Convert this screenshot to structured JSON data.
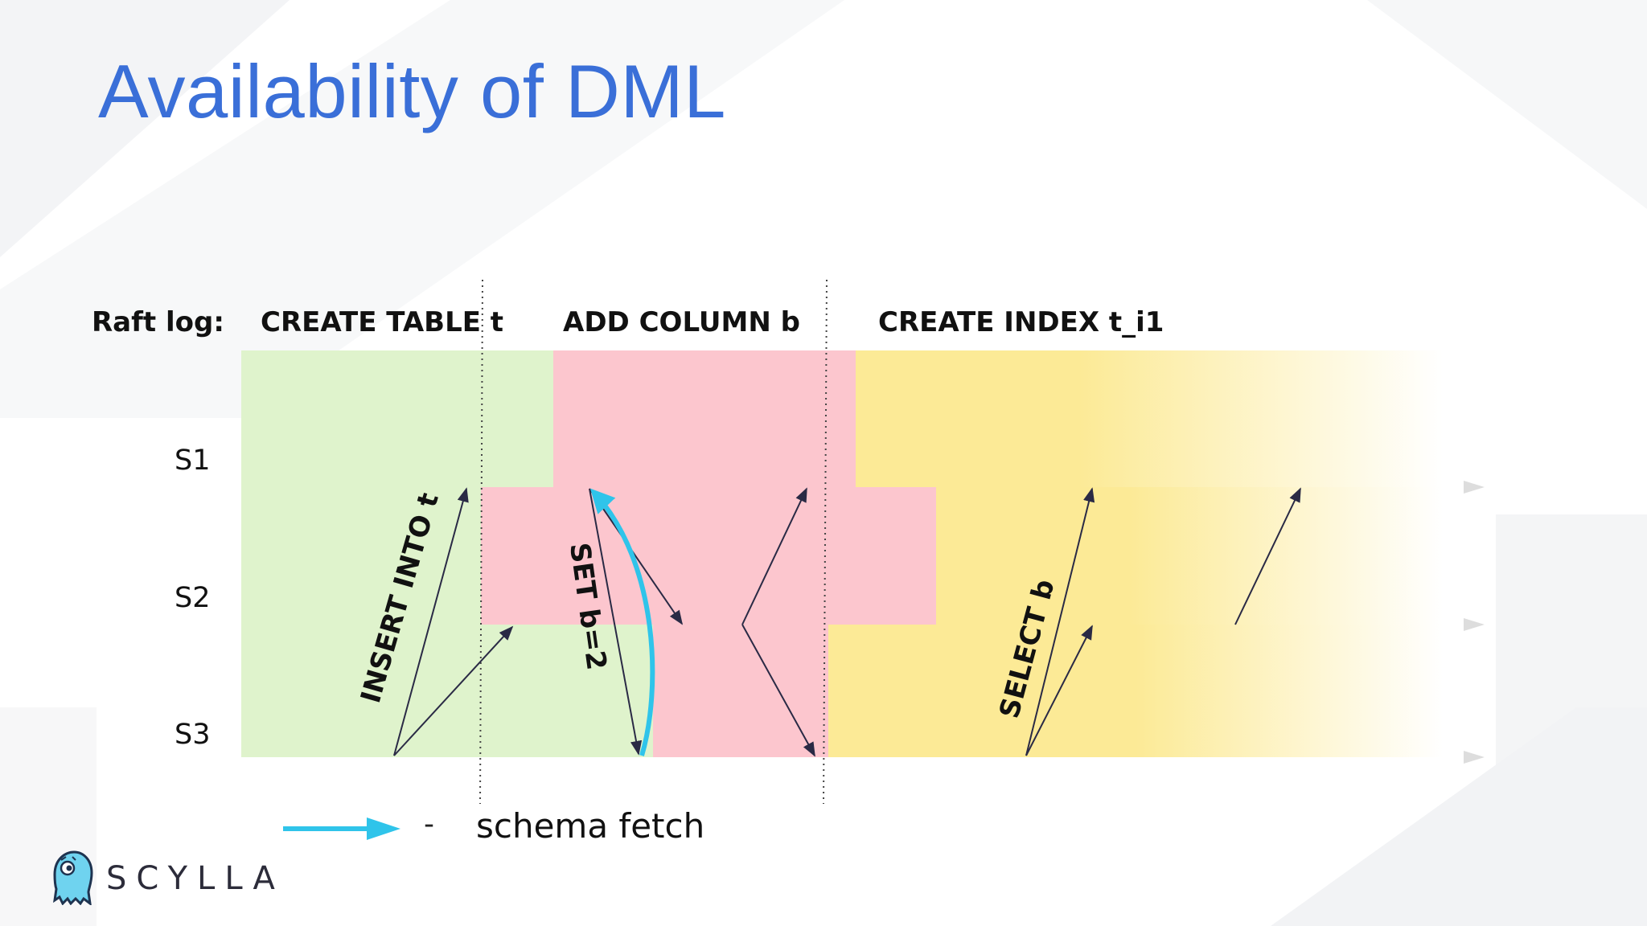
{
  "slide": {
    "title": "Availability of DML"
  },
  "diagram": {
    "raft_log_label": "Raft log:",
    "phases": [
      "CREATE TABLE t",
      "ADD COLUMN b",
      "CREATE INDEX t_i1"
    ],
    "servers": [
      "S1",
      "S2",
      "S3"
    ],
    "messages": [
      "INSERT INTO t",
      "SET b=2",
      "SELECT b"
    ],
    "phase_colors": {
      "create_table": "#dff3cc",
      "add_column": "#fcc6ce",
      "create_index": "#fcea96"
    },
    "schema_fetch_color": "#2fc4ea"
  },
  "legend": {
    "dash": "-",
    "text": "schema fetch"
  },
  "logo": {
    "text": "SCYLLA",
    "icon": "octopus-logo-icon"
  }
}
